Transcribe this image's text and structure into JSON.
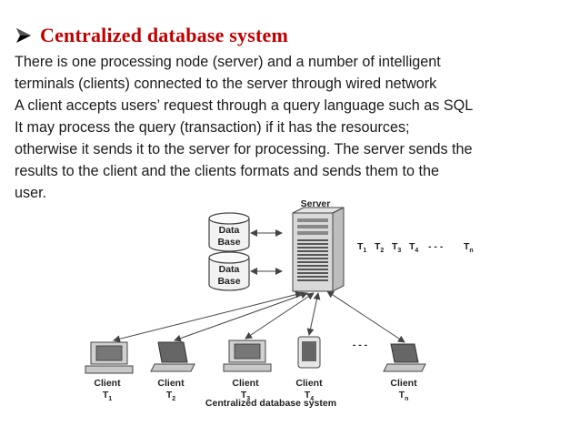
{
  "slide": {
    "heading": "Centralized database system",
    "icons": {
      "bullet": "arrow-bullet-icon"
    },
    "colors": {
      "heading": "#c00000"
    },
    "paragraph_lines": [
      "There is one processing node (server) and a number of intelligent",
      "terminals (clients) connected to the server through wired network",
      "A client accepts users’ request through a query language such as SQL",
      "It may process the query (transaction) if it has the resources;",
      "otherwise it sends it to the server for processing. The server sends the",
      "results to the client and the clients formats and sends them to the",
      "user."
    ]
  },
  "diagram": {
    "server_label": "Server",
    "databases": [
      {
        "line1": "Data",
        "line2": "Base"
      },
      {
        "line1": "Data",
        "line2": "Base"
      }
    ],
    "transactions": [
      {
        "letter": "T",
        "sub": "1"
      },
      {
        "letter": "T",
        "sub": "2"
      },
      {
        "letter": "T",
        "sub": "3"
      },
      {
        "letter": "T",
        "sub": "4"
      },
      {
        "letter": "- - -",
        "sub": ""
      },
      {
        "letter": "T",
        "sub": "n"
      }
    ],
    "clients": [
      {
        "label": "Client",
        "t": "T",
        "sub": "1",
        "device": "desktop-computer-icon"
      },
      {
        "label": "Client",
        "t": "T",
        "sub": "2",
        "device": "laptop-icon"
      },
      {
        "label": "Client",
        "t": "T",
        "sub": "3",
        "device": "desktop-computer-icon"
      },
      {
        "label": "Client",
        "t": "T",
        "sub": "4",
        "device": "tablet-icon"
      },
      {
        "label": "Client",
        "t": "T",
        "sub": "n",
        "device": "laptop-icon"
      }
    ],
    "ellipsis": "- - -",
    "caption": "Centralized database system"
  }
}
